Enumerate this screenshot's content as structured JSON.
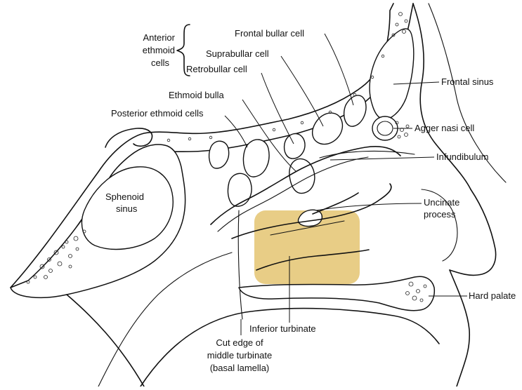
{
  "labels": {
    "anterior_ethmoid_cells": [
      "Anterior",
      "ethmoid",
      "cells"
    ],
    "frontal_bullar_cell": "Frontal bullar cell",
    "suprabullar_cell": "Suprabullar cell",
    "retrobullar_cell": "Retrobullar cell",
    "ethmoid_bulla": "Ethmoid bulla",
    "posterior_ethmoid_cells": "Posterior ethmoid cells",
    "frontal_sinus": "Frontal sinus",
    "agger_nasi_cell": "Agger nasi cell",
    "infundibulum": "Infundibulum",
    "sphenoid_sinus": [
      "Sphenoid",
      "sinus"
    ],
    "uncinate_process": [
      "Uncinate",
      "process"
    ],
    "hard_palate": "Hard palate",
    "inferior_turbinate": "Inferior turbinate",
    "cut_edge_middle_turbinate": [
      "Cut edge of",
      "middle turbinate",
      "(basal lamella)"
    ]
  },
  "colors": {
    "highlight": "#e6c879",
    "ink": "#111111",
    "background": "#ffffff"
  }
}
